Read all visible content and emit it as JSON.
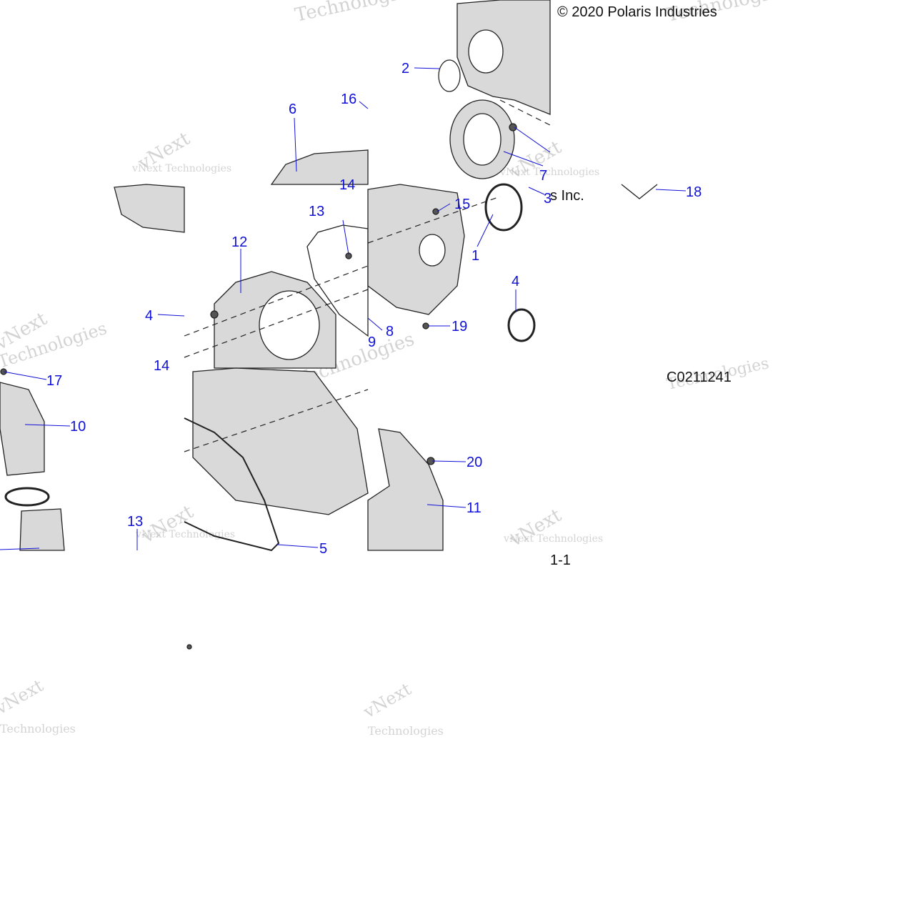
{
  "copyright": "© 2020 Polaris Industries",
  "copyright_tail": "s Inc.",
  "diagram_code": "C0211241",
  "page_ref": "1-1",
  "watermark": {
    "brand": "vNext Technologies",
    "word1": "vNext",
    "word2": "Technologies"
  },
  "callouts": [
    "1",
    "2",
    "3",
    "4",
    "5",
    "6",
    "7",
    "8",
    "9",
    "10",
    "11",
    "12",
    "13",
    "14",
    "15",
    "16",
    "17",
    "18",
    "19",
    "20"
  ],
  "colors": {
    "callout": "#1010d8",
    "line": "#222222",
    "part_fill": "#d9d9d9",
    "part_shade": "#a8a8a8"
  }
}
